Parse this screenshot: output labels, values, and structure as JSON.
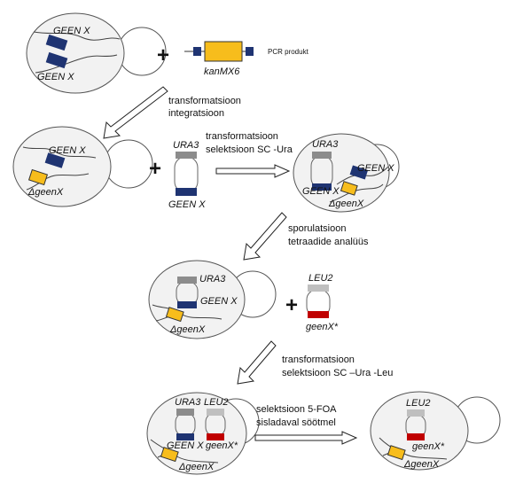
{
  "colors": {
    "geen_block": "#1f3472",
    "kanMX6_block": "#f7bd1c",
    "ura3_block": "#8c8c8c",
    "leu2_block": "#bfbfbf",
    "geen_star_block": "#c00000",
    "cell_fill": "#f2f2f2",
    "outline": "#555555"
  },
  "row1": {
    "geen_top": "GEEN X",
    "geen_bottom": "GEEN X",
    "plus": "+",
    "pcr_label": "PCR produkt",
    "kan_label": "kanMX6"
  },
  "arrow1": {
    "line1": "transformatsioon",
    "line2": "integratsioon"
  },
  "row2": {
    "cell_geen": "GEEN X",
    "cell_delta": "ΔgeenX",
    "plus": "+",
    "plasmid_ura": "URA3",
    "plasmid_geen": "GEEN X",
    "arrow_line1": "transformatsioon",
    "arrow_line2": "selektsioon SC -Ura",
    "res_ura": "URA3",
    "res_geen_plasmid": "GEEN X",
    "res_geen_chrom": "GEEN X",
    "res_delta": "ΔgeenX"
  },
  "arrow2": {
    "line1": "sporulatsioon",
    "line2": "tetraadide analüüs"
  },
  "row3": {
    "cell_ura": "URA3",
    "cell_geen": "GEEN X",
    "cell_delta": "ΔgeenX",
    "plus": "+",
    "plasmid_leu": "LEU2",
    "plasmid_geen_star": "geenX*"
  },
  "arrow3": {
    "line1": "transformatsioon",
    "line2": "selektsioon SC –Ura -Leu"
  },
  "row4": {
    "cell_ura": "URA3",
    "cell_leu": "LEU2",
    "cell_geen": "GEEN X",
    "cell_geen_star": "geenX*",
    "cell_delta": "ΔgeenX",
    "arrow_line1": "selektsioon 5-FOA",
    "arrow_line2": "sisladaval söötmel",
    "res_leu": "LEU2",
    "res_geen_star": "geenX*",
    "res_delta": "ΔgeenX"
  }
}
